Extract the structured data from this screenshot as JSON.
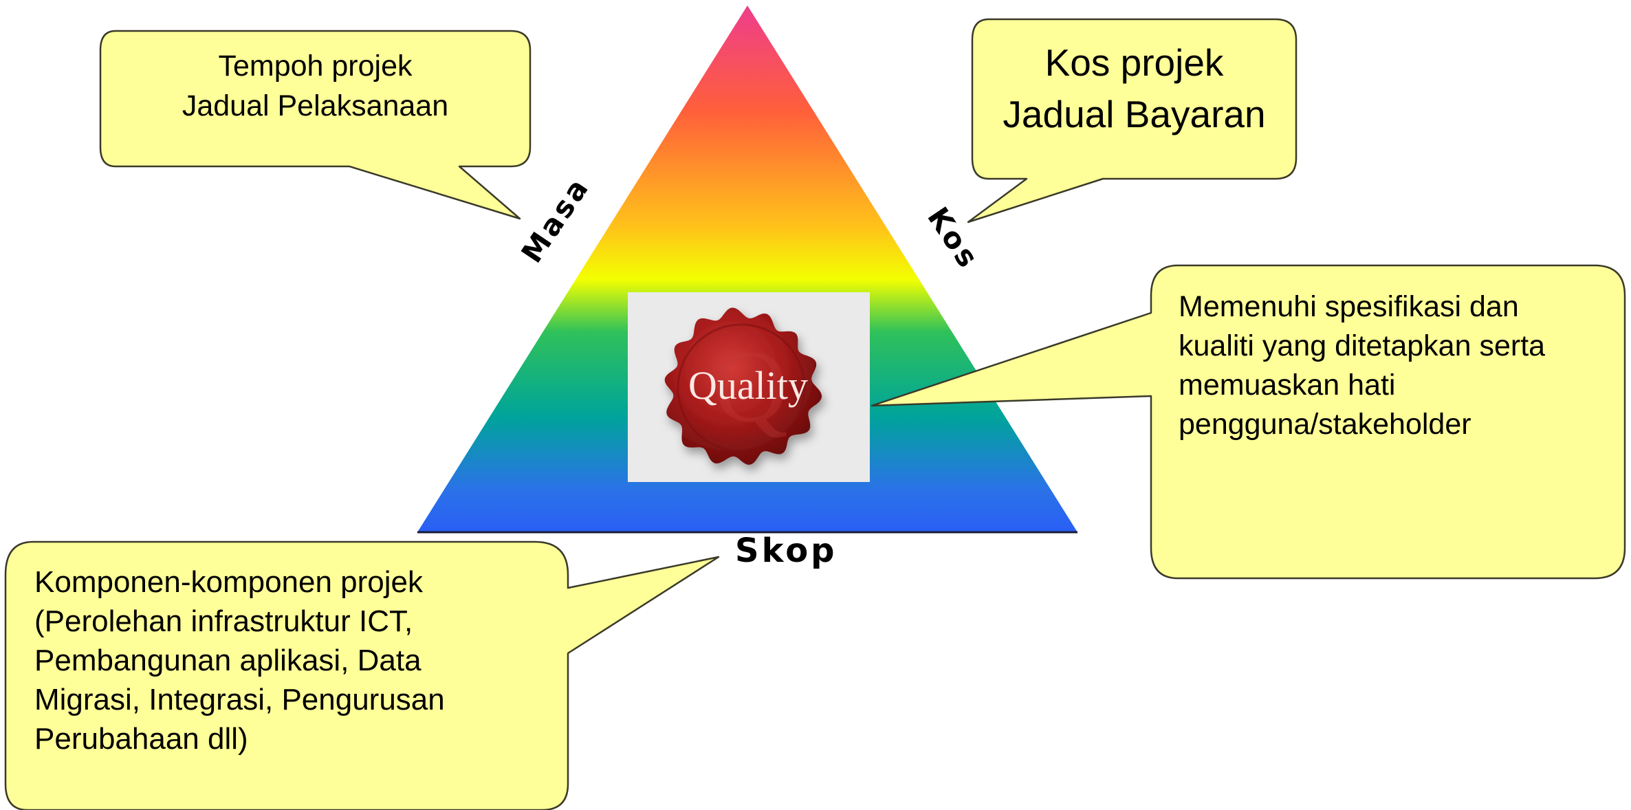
{
  "colors": {
    "callout_fill": "#ffff99",
    "callout_stroke": "#3a3a2a",
    "gradient": [
      "#ee3d8c",
      "#ff5f3b",
      "#ffc21a",
      "#f3ff00",
      "#2fc15a",
      "#00a49a",
      "#2b72e8",
      "#2a5ff5"
    ],
    "seal_red": "#a71b1b",
    "seal_bg": "#eaeaea"
  },
  "triangle": {
    "side_left": "Masa",
    "side_right": "Kos",
    "side_bottom": "Skop"
  },
  "seal": {
    "label": "Quality",
    "watermark": "Q"
  },
  "callouts": {
    "time": "Tempoh projek\nJadual Pelaksanaan",
    "cost": "Kos projek\nJadual Bayaran",
    "quality": "Memenuhi spesifikasi dan\nkualiti yang ditetapkan serta\nmemuaskan hati\npengguna/stakeholder",
    "scope": "Komponen-komponen projek\n(Perolehan infrastruktur ICT,\nPembangunan aplikasi, Data\nMigrasi, Integrasi, Pengurusan\nPerubahaan dll)"
  }
}
